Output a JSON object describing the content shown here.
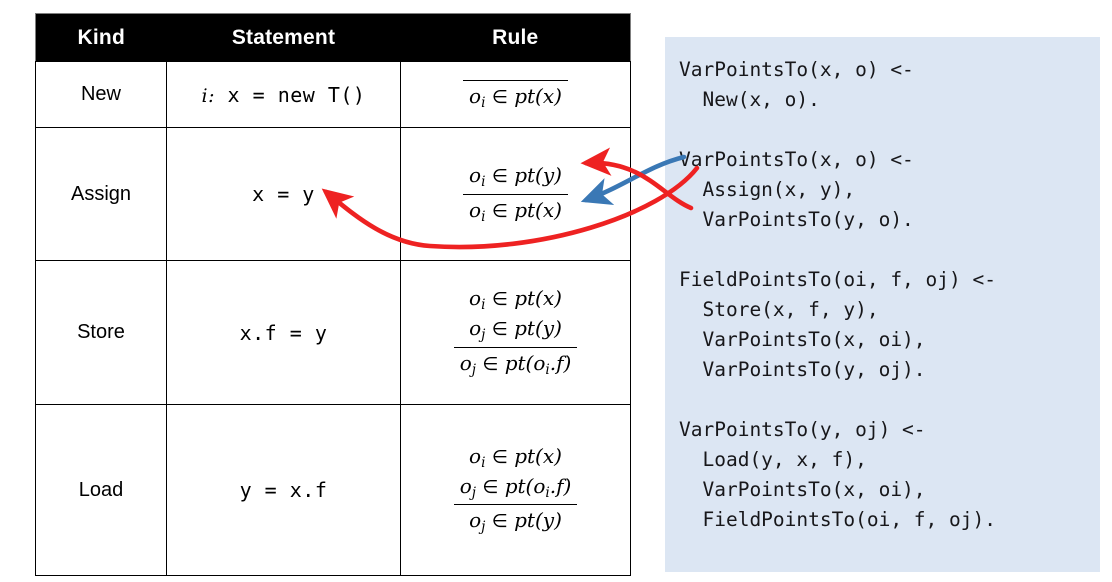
{
  "table": {
    "headers": [
      "Kind",
      "Statement",
      "Rule"
    ],
    "rows": [
      {
        "kind": "New",
        "statement_label": "i:",
        "statement_code": " x = new T()",
        "rule": {
          "numerator": [],
          "denominator": [
            "o_i ∈ pt(x)"
          ]
        }
      },
      {
        "kind": "Assign",
        "statement_label": "",
        "statement_code": "x = y",
        "rule": {
          "numerator": [
            "o_i ∈ pt(y)"
          ],
          "denominator": [
            "o_i ∈ pt(x)"
          ]
        }
      },
      {
        "kind": "Store",
        "statement_label": "",
        "statement_code": "x.f = y",
        "rule": {
          "numerator": [
            "o_i ∈ pt(x)",
            "o_j ∈ pt(y)"
          ],
          "denominator": [
            "o_j ∈ pt(o_i.f)"
          ]
        }
      },
      {
        "kind": "Load",
        "statement_label": "",
        "statement_code": "y = x.f",
        "rule": {
          "numerator": [
            "o_i ∈ pt(x)",
            "o_j ∈ pt(o_i.f)"
          ],
          "denominator": [
            "o_j ∈ pt(y)"
          ]
        }
      }
    ]
  },
  "datalog": {
    "code": "VarPointsTo(x, o) <-\n  New(x, o).\n\nVarPointsTo(x, o) <-\n  Assign(x, y),\n  VarPointsTo(y, o).\n\nFieldPointsTo(oi, f, oj) <-\n  Store(x, f, y),\n  VarPointsTo(x, oi),\n  VarPointsTo(y, oj).\n\nVarPointsTo(y, oj) <-\n  Load(y, x, f),\n  VarPointsTo(x, oi),\n  FieldPointsTo(oi, f, oj)."
  },
  "annotations": {
    "red_color": "#ee2222",
    "blue_color": "#3a78b5",
    "panel_color": "#dce6f3",
    "header_color": "#000000",
    "arrows": [
      {
        "name": "assign-head-to-conclusion",
        "color": "#3a78b5",
        "from": "VarPointsTo(x, o)",
        "to": "o_i ∈ pt(x)"
      },
      {
        "name": "assign-body-to-statement",
        "color": "#ee2222",
        "from": "Assign(x, y)",
        "to": "x = y"
      },
      {
        "name": "assign-premise-to-antecedent",
        "color": "#ee2222",
        "from": "VarPointsTo(y, o)",
        "to": "o_i ∈ pt(y)"
      }
    ]
  }
}
